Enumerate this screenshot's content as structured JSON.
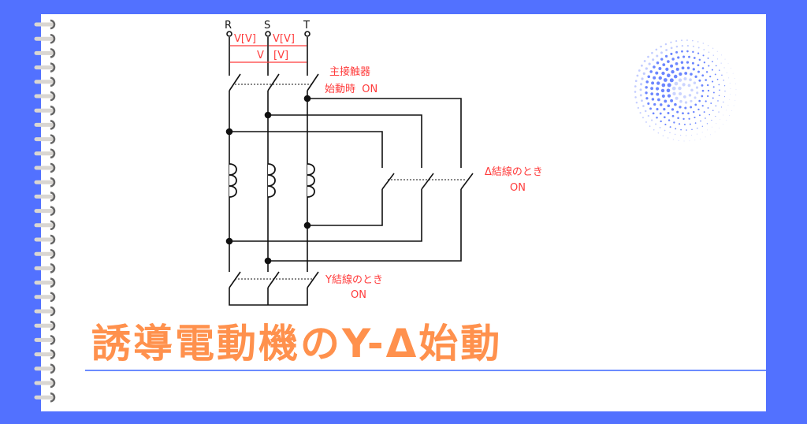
{
  "title": "誘導電動機のY-Δ始動",
  "circuit": {
    "phases": [
      "R",
      "S",
      "T"
    ],
    "dim_line_1": "V[V]",
    "dim_line_2": "V[V]",
    "dim_total": "V [V]",
    "main_contactor_line1": "主接触器",
    "main_contactor_line2": "始動時  ON",
    "delta_line1": "Δ結線のとき",
    "delta_line2": "ON",
    "y_line1": "Y結線のとき",
    "y_line2": "ON"
  },
  "colors": {
    "background": "#5271ff",
    "title": "#ff914d",
    "annotation": "#ff3b3b",
    "rule": "#6b8cff"
  }
}
